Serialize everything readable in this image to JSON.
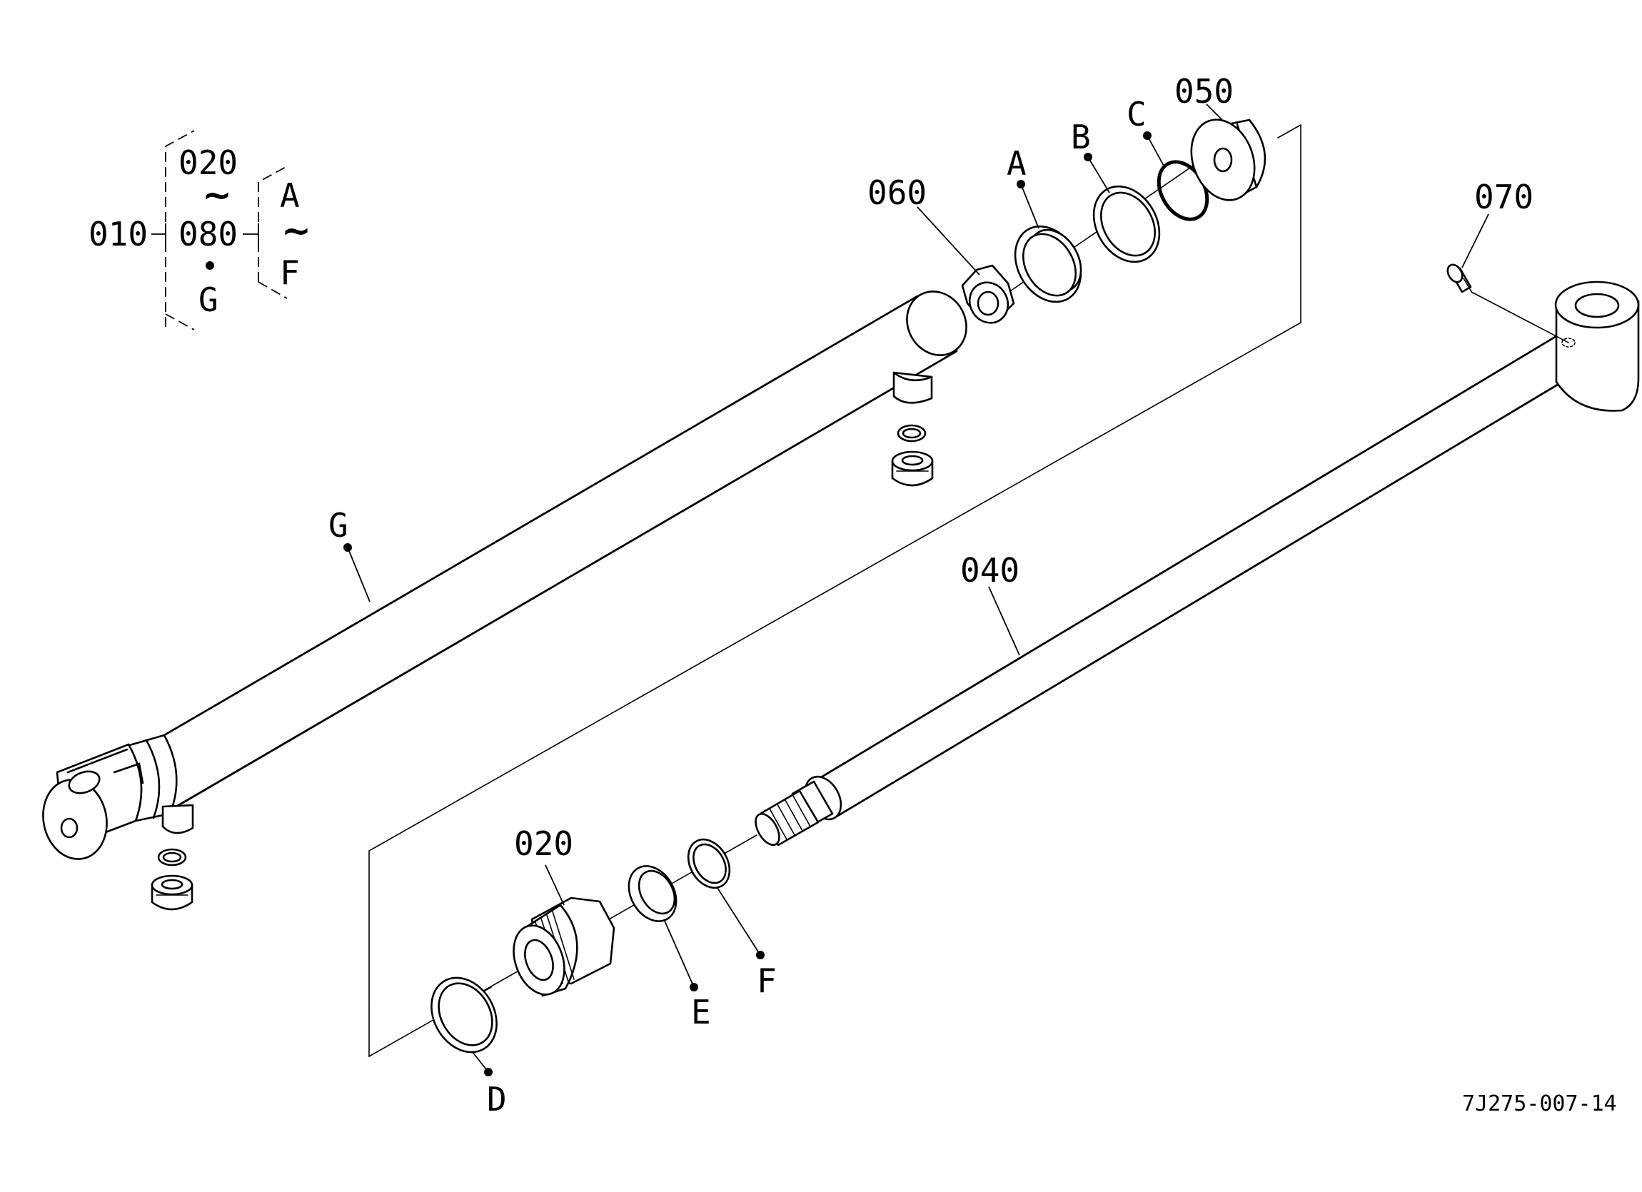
{
  "diagram": {
    "legend": {
      "assembly": "010",
      "parts_range_start": "020",
      "parts_range_end": "080",
      "seal_range_start": "A",
      "seal_range_end": "F",
      "included_part": "G",
      "range_symbol": "~"
    },
    "callouts": {
      "part_020": "020",
      "part_040": "040",
      "part_050": "050",
      "part_060": "060",
      "part_070": "070",
      "seal_a": "A",
      "seal_b": "B",
      "seal_c": "C",
      "seal_d": "D",
      "seal_e": "E",
      "seal_f": "F",
      "tube_g": "G"
    },
    "drawing_code": "7J275-007-14"
  }
}
